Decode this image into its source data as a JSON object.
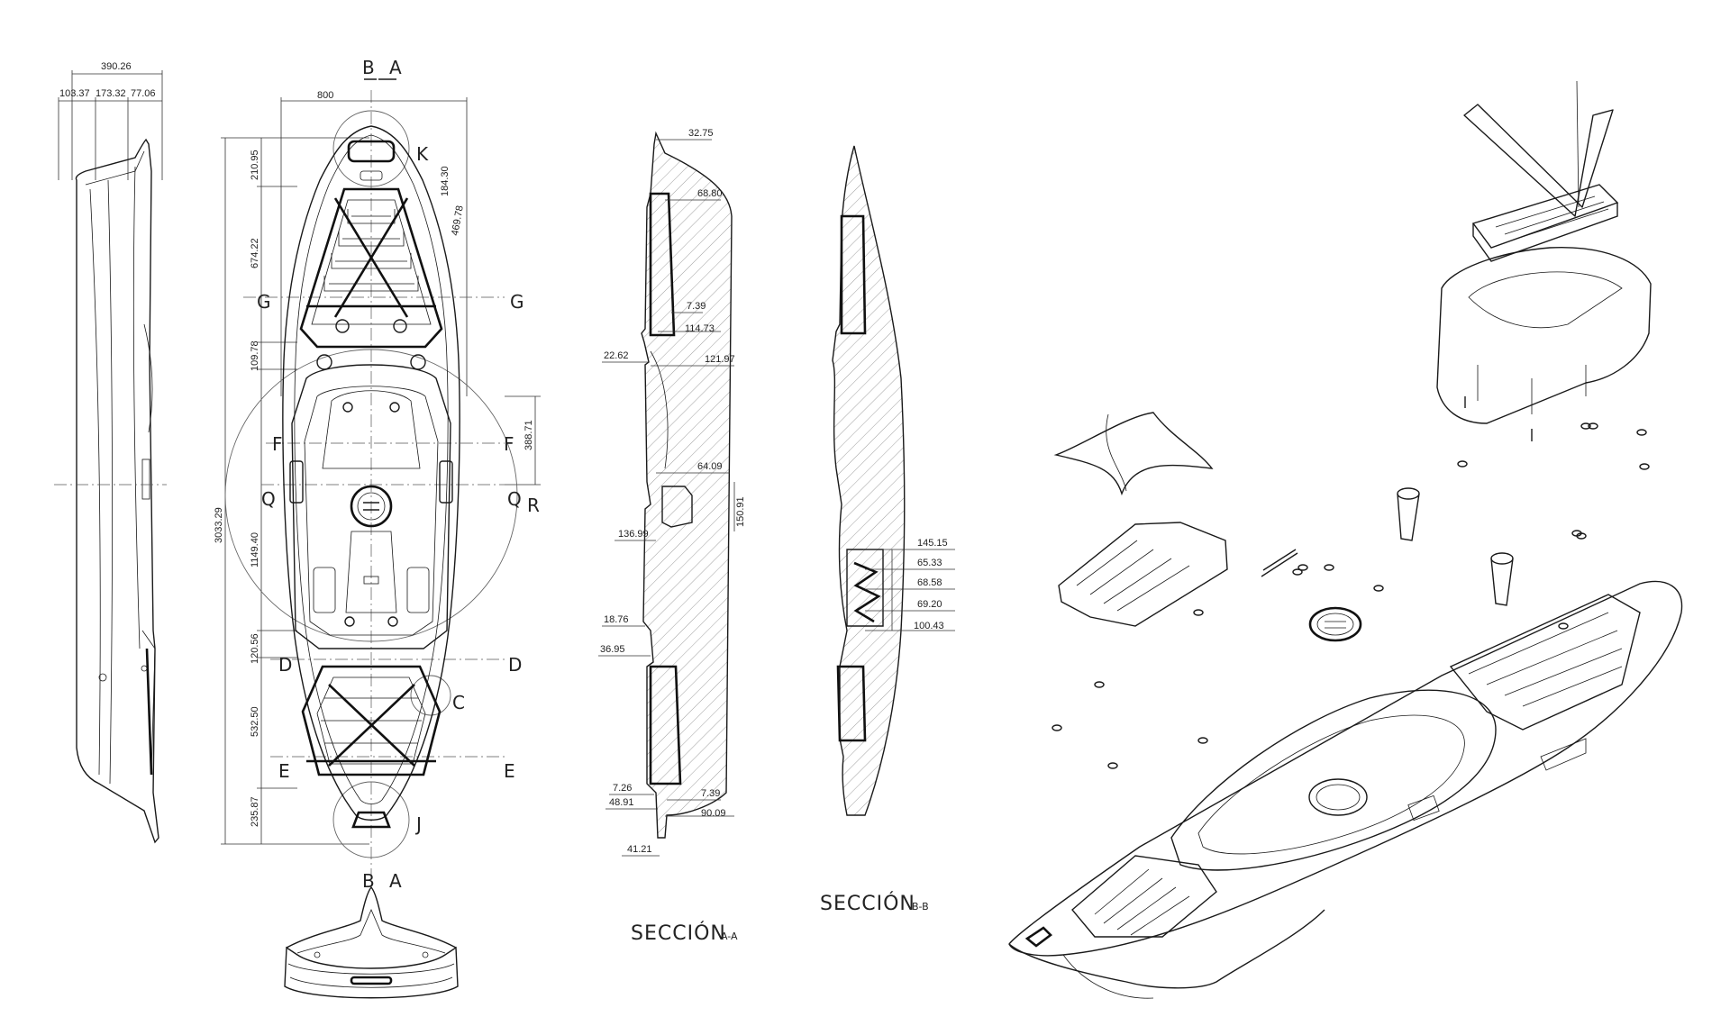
{
  "side_view": {
    "overall_width": "390.26",
    "breakdown": [
      "103.37",
      "173.32",
      "77.06"
    ]
  },
  "top_view": {
    "width": "800",
    "overall_length": "3033.29",
    "lengths": [
      "210.95",
      "674.22",
      "109.78",
      "1149.40",
      "120.56",
      "532.50",
      "235.87"
    ],
    "extra": [
      "184.30",
      "469.78",
      "388.71"
    ],
    "section_marks": {
      "b": "B",
      "a": "A"
    },
    "cut_labels": {
      "g": "G",
      "f": "F",
      "q": "Q",
      "d": "D",
      "e": "E",
      "detail_k": "K",
      "detail_j": "J",
      "detail_c": "C",
      "detail_r": "R"
    }
  },
  "section_a": {
    "title": "SECCIÓN",
    "suffix": "A-A",
    "dims": [
      "32.75",
      "68.80",
      "7.39",
      "114.73",
      "22.62",
      "121.97",
      "64.09",
      "150.91",
      "136.99",
      "18.76",
      "36.95",
      "7.26",
      "48.91",
      "7.39",
      "90.09",
      "41.21"
    ]
  },
  "section_b": {
    "title": "SECCIÓN",
    "suffix": "B-B",
    "dims": [
      "145.15",
      "65.33",
      "68.58",
      "69.20",
      "100.43"
    ]
  },
  "exploded_view": {
    "description_parts": [
      "hull",
      "front hatch",
      "rear tank well",
      "rod holders",
      "deck hatch",
      "bungee lines"
    ]
  }
}
